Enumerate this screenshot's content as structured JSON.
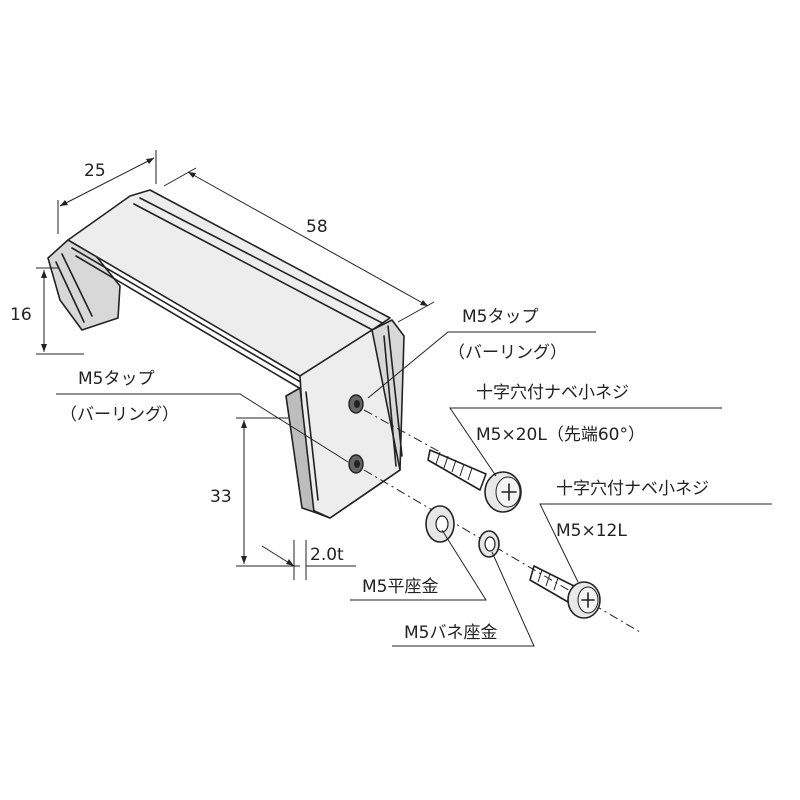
{
  "dimensions": {
    "width_dim": "25",
    "length_dim": "58",
    "height_dim": "16",
    "depth_dim": "33",
    "thickness_dim": "2.0t"
  },
  "callouts": {
    "tap_right": {
      "line1": "M5タップ",
      "line2": "（バーリング）"
    },
    "tap_left": {
      "line1": "M5タップ",
      "line2": "（バーリング）"
    },
    "screw_long": {
      "line1": "十字穴付ナベ小ネジ",
      "line2": "M5×20L（先端60°）"
    },
    "screw_short": {
      "line1": "十字穴付ナベ小ネジ",
      "line2": "M5×12L"
    },
    "flat_washer": "M5平座金",
    "spring_washer": "M5バネ座金"
  }
}
